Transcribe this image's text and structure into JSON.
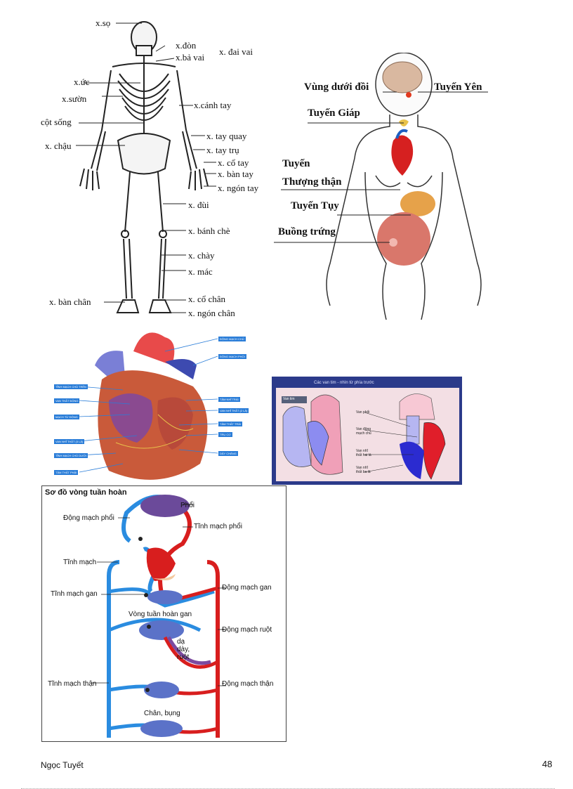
{
  "skeleton": {
    "labels": [
      "x.sọ",
      "x.đòn",
      "x.bả vai",
      "x. đai vai",
      "x.ức",
      "x.sườn",
      "x.cánh tay",
      "cột sống",
      "x. tay quay",
      "x. chậu",
      "x. tay trụ",
      "x. cổ tay",
      "x. bàn tay",
      "x. ngón tay",
      "x. đùi",
      "x. bánh chè",
      "x. chày",
      "x. mác",
      "x. bàn chân",
      "x. cổ chân",
      "x. ngón chân"
    ]
  },
  "endocrine": {
    "labels": [
      "Vùng dưới đồi",
      "Tuyến Yên",
      "Tuyến Giáp",
      "Tuyến",
      "Thượng thận",
      "Tuyến Tụy",
      "Buồng trứng"
    ]
  },
  "heart": {
    "left_labels": [
      "TĨNH MẠCH CHỦ TRÊN",
      "VAN THẤT ĐỘNG",
      "MẠCH TỪ ĐỘNG",
      "VAN NHĨ THẤT (3 LÁ)",
      "TĨNH MẠCH CHỦ DƯỚI",
      "TÂM THẤT PHẢI"
    ],
    "right_labels": [
      "ĐỘNG MẠCH CHỦ",
      "ĐỘNG MẠCH PHỔI",
      "TÂM NHĨ TRÁI",
      "VAN NHĨ THẤT (2 LÁ)",
      "TÂM THẤT TRÁI",
      "TRỤ CƠ",
      "DÂY CHẰNG"
    ]
  },
  "valves": {
    "title": "Các van tim - nhìn từ phía trước",
    "left_tag": "Van tim",
    "labels": [
      "Van phổi",
      "Van động mạch chủ",
      "Van nhĩ thất hai lá",
      "Van nhĩ thất ba lá"
    ]
  },
  "circulation": {
    "title": "Sơ đồ vòng tuần hoàn",
    "labels": [
      "Phổi",
      "Động mạch phổi",
      "Tĩnh mạch phổi",
      "Tĩnh mạch",
      "Tĩnh mạch gan",
      "Động mạch gan",
      "Vòng tuần hoàn gan",
      "Động mạch ruột",
      "dạ dày, ruột",
      "Tĩnh mạch thận",
      "Động mạch thận",
      "Chân, bụng"
    ]
  },
  "footer": {
    "author": "Ngọc Tuyết",
    "page": "48"
  },
  "colors": {
    "vein": "#2a8ce0",
    "artery": "#d81e1e",
    "heart_box": "#2b3a8a",
    "label_box": "#2a7dd8"
  }
}
